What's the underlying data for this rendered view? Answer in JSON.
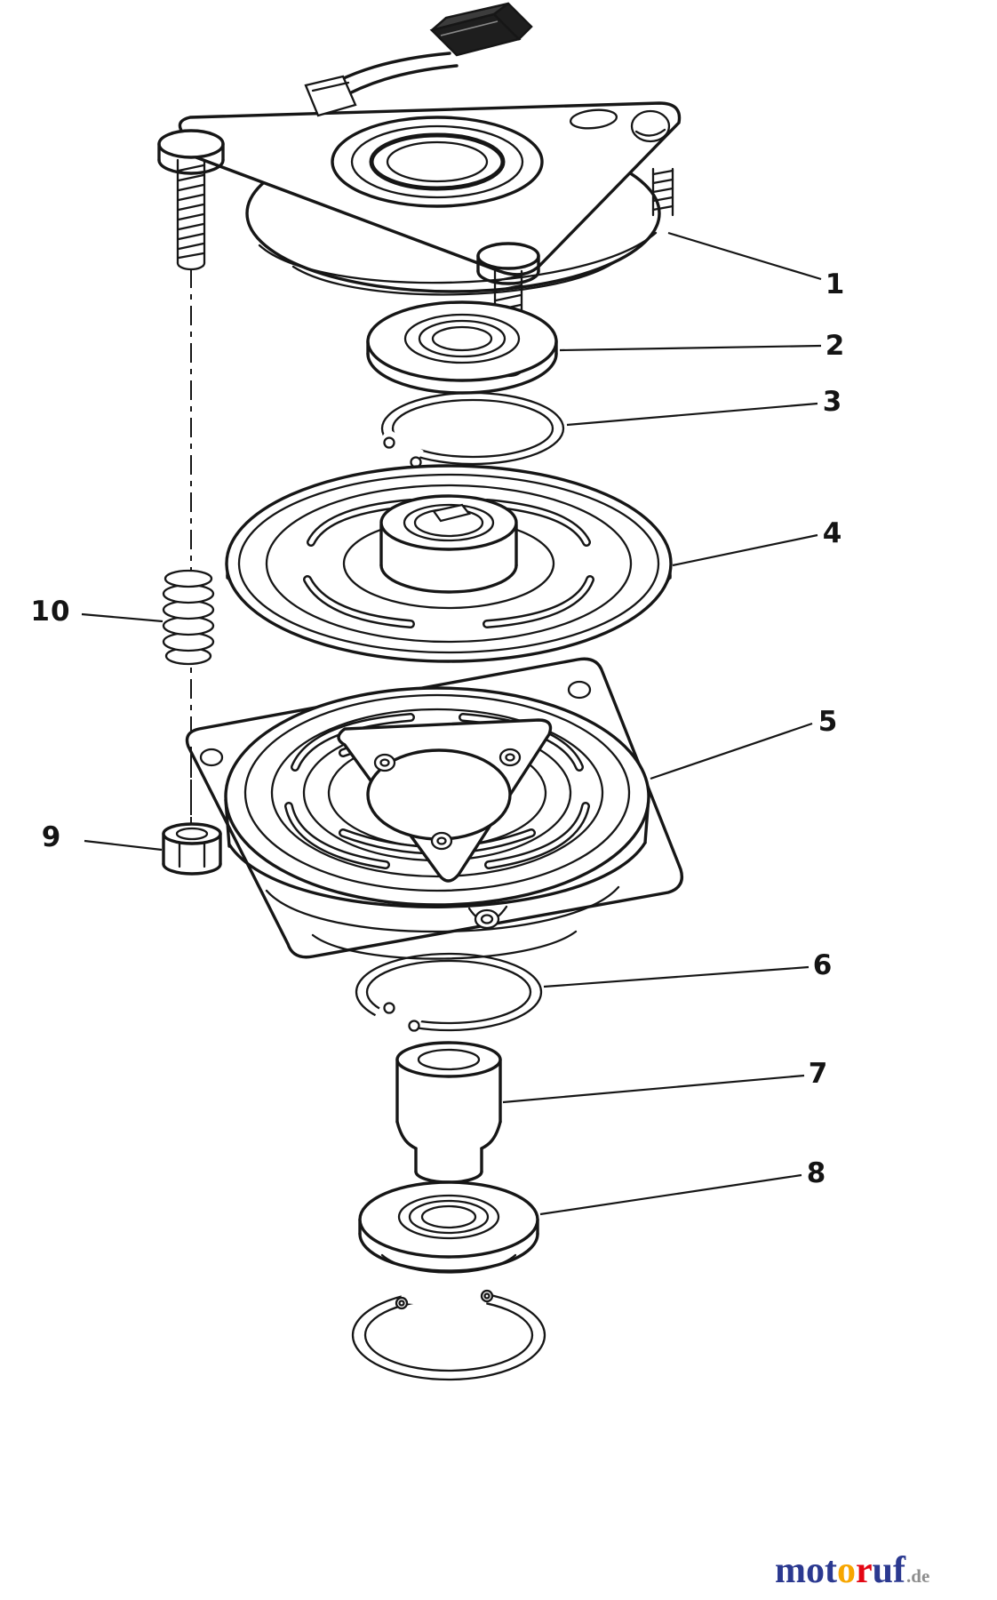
{
  "diagram": {
    "callouts": [
      {
        "label": "1"
      },
      {
        "label": "2"
      },
      {
        "label": "3"
      },
      {
        "label": "4"
      },
      {
        "label": "5"
      },
      {
        "label": "6"
      },
      {
        "label": "7"
      },
      {
        "label": "8"
      },
      {
        "label": "9"
      },
      {
        "label": "10"
      }
    ]
  },
  "logo": {
    "letters": [
      {
        "char": "m",
        "color": "#2b3990"
      },
      {
        "char": "o",
        "color": "#2b3990"
      },
      {
        "char": "t",
        "color": "#2b3990"
      },
      {
        "char": "o",
        "color": "#f7a600"
      },
      {
        "char": "r",
        "color": "#e30613"
      },
      {
        "char": "u",
        "color": "#2b3990"
      },
      {
        "char": "f",
        "color": "#2b3990"
      }
    ],
    "suffix": {
      "text": ".de",
      "color": "#8e8e8e"
    }
  }
}
